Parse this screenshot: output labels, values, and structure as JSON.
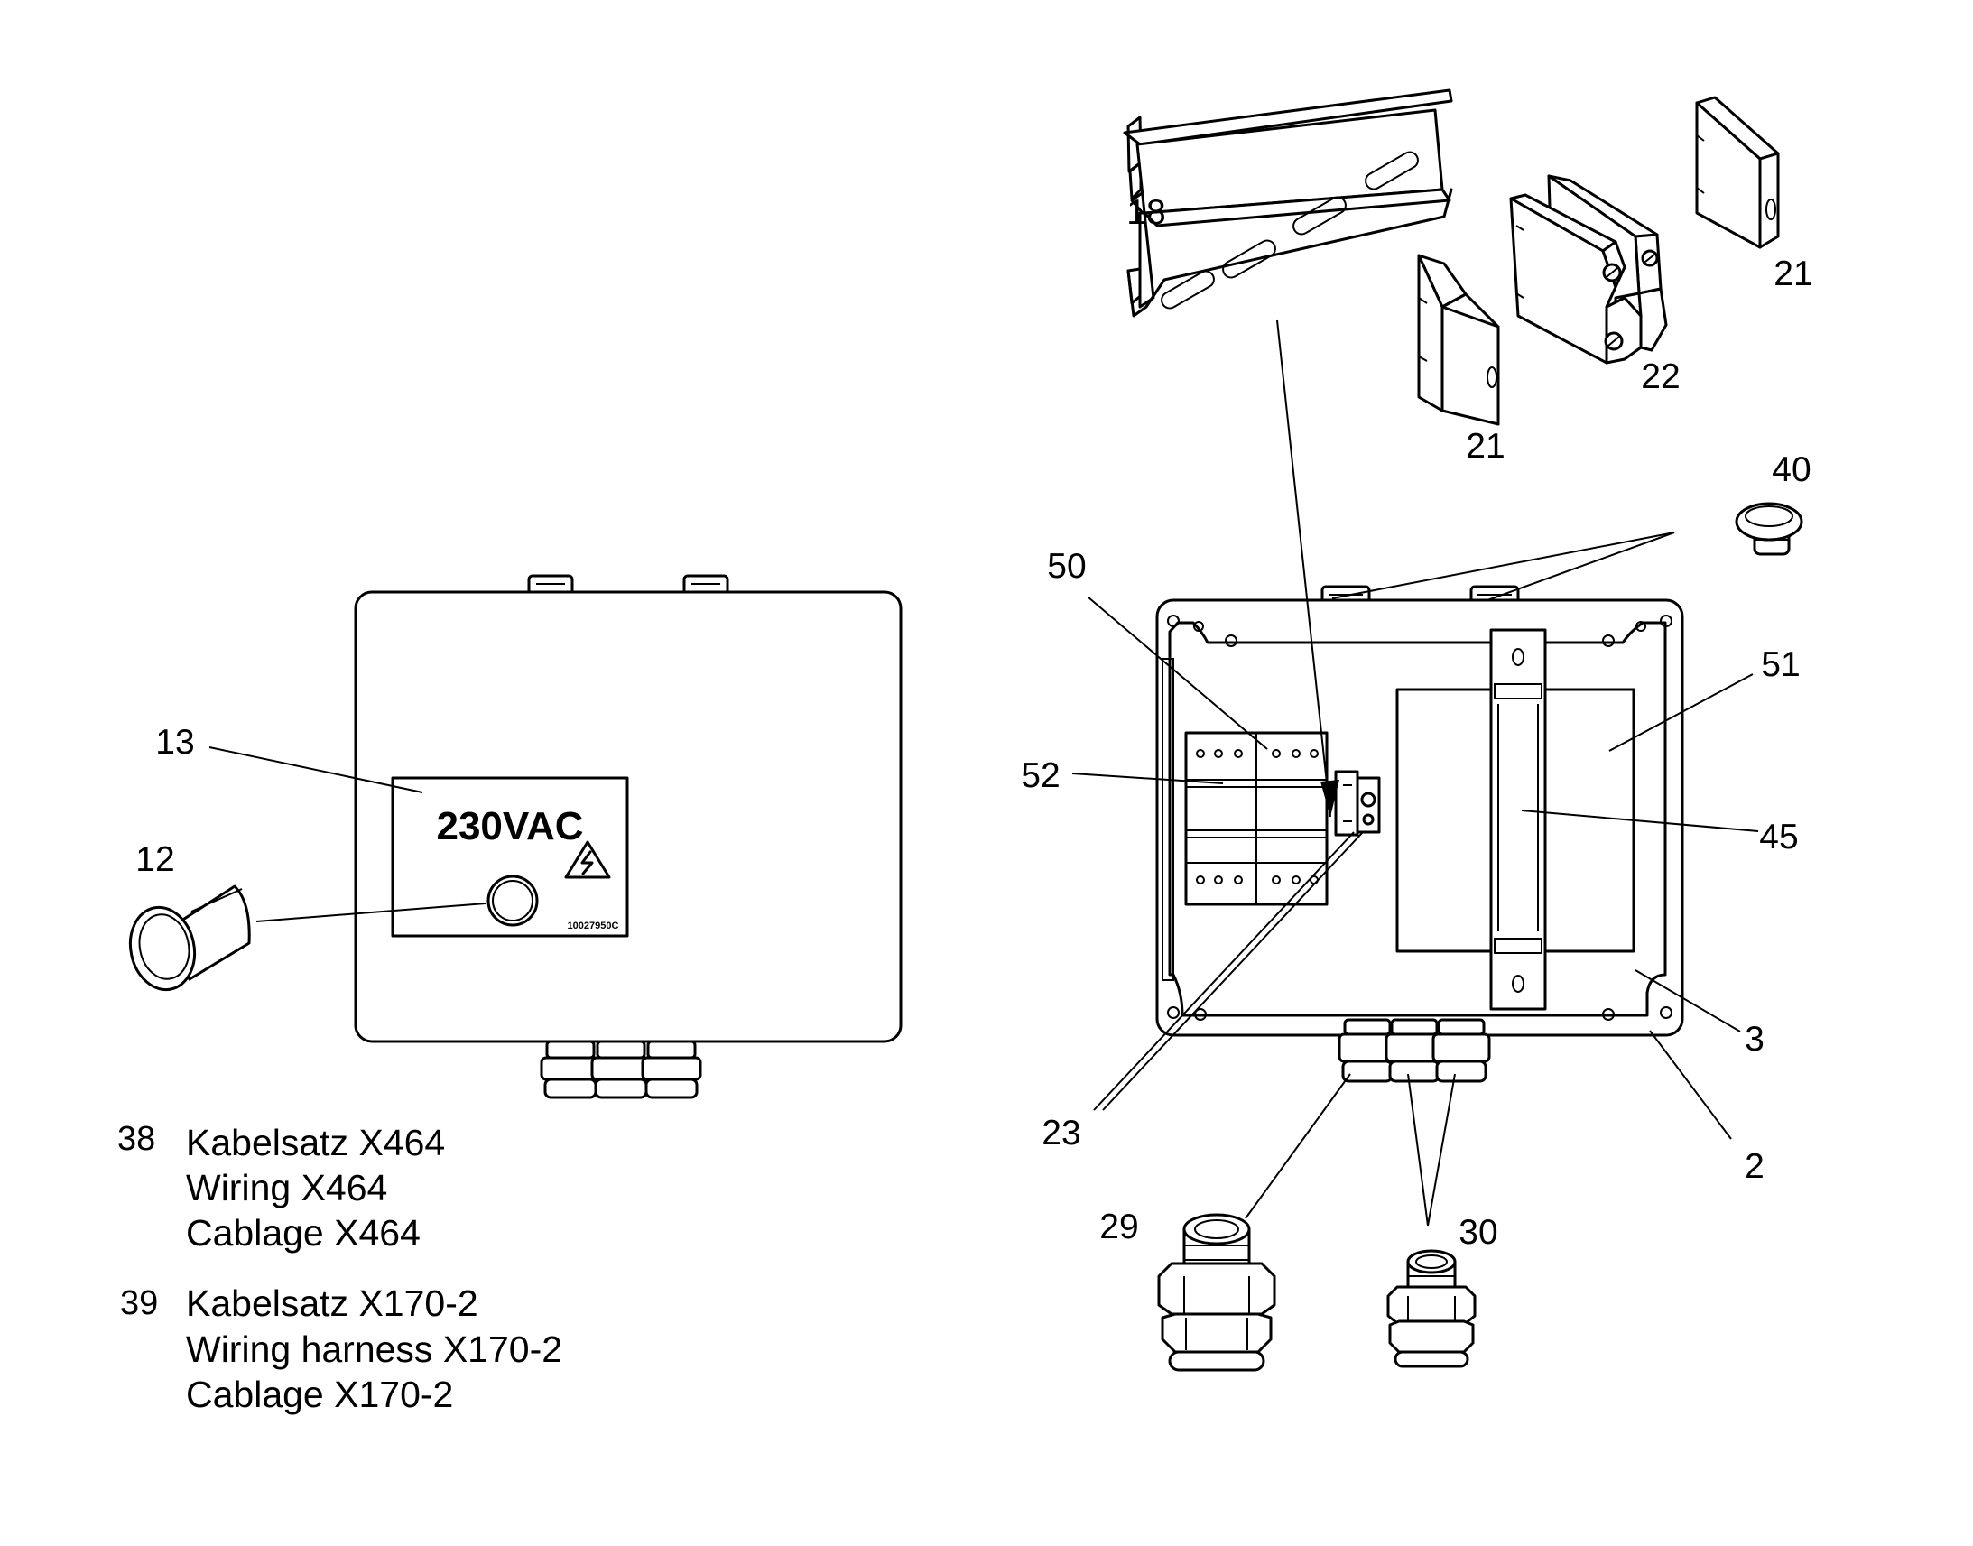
{
  "plate": {
    "voltage": "230VAC",
    "code": "10027950C"
  },
  "callouts": {
    "c2": "2",
    "c3": "3",
    "c12": "12",
    "c13": "13",
    "c18": "18",
    "c21a": "21",
    "c21b": "21",
    "c22": "22",
    "c23": "23",
    "c29": "29",
    "c30": "30",
    "c40": "40",
    "c45": "45",
    "c50": "50",
    "c51": "51",
    "c52": "52"
  },
  "legend": [
    {
      "number": "38",
      "lines": [
        "Kabelsatz X464",
        "Wiring X464",
        "Cablage X464"
      ]
    },
    {
      "number": "39",
      "lines": [
        "Kabelsatz X170-2",
        "Wiring harness X170-2",
        "Cablage X170-2"
      ]
    }
  ],
  "icons": [
    "high-voltage-warning-icon"
  ]
}
